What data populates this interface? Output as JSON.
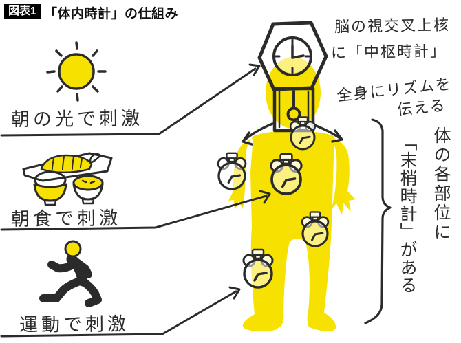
{
  "header": {
    "badge": "図表1",
    "title": "「体内時計」の仕組み"
  },
  "stimuli": {
    "light": {
      "label": "朝の光で刺激",
      "icon": "sun-icon"
    },
    "breakfast": {
      "label": "朝食で刺激",
      "icon": "breakfast-icon"
    },
    "exercise": {
      "label": "運動で刺激",
      "icon": "runner-icon"
    }
  },
  "annotations": {
    "central_clock": {
      "line1": "脳の視交叉上核",
      "line2": "に「中枢時計」"
    },
    "rhythm": {
      "line1": "全身にリズムを",
      "line2": "伝える"
    },
    "peripheral": {
      "col_right": "体の各部位に",
      "col_left": "「末梢時計」がある"
    }
  },
  "illustration": {
    "central_figure": "human-body-silhouette",
    "head_clock": "pendulum-wall-clock",
    "body_alarm_clocks": 5
  },
  "colors": {
    "accent_yellow": "#F6E100",
    "ink": "#2B2B2B",
    "badge_bg": "#000000",
    "badge_text": "#FFFFFF",
    "background": "#FFFFFF"
  }
}
